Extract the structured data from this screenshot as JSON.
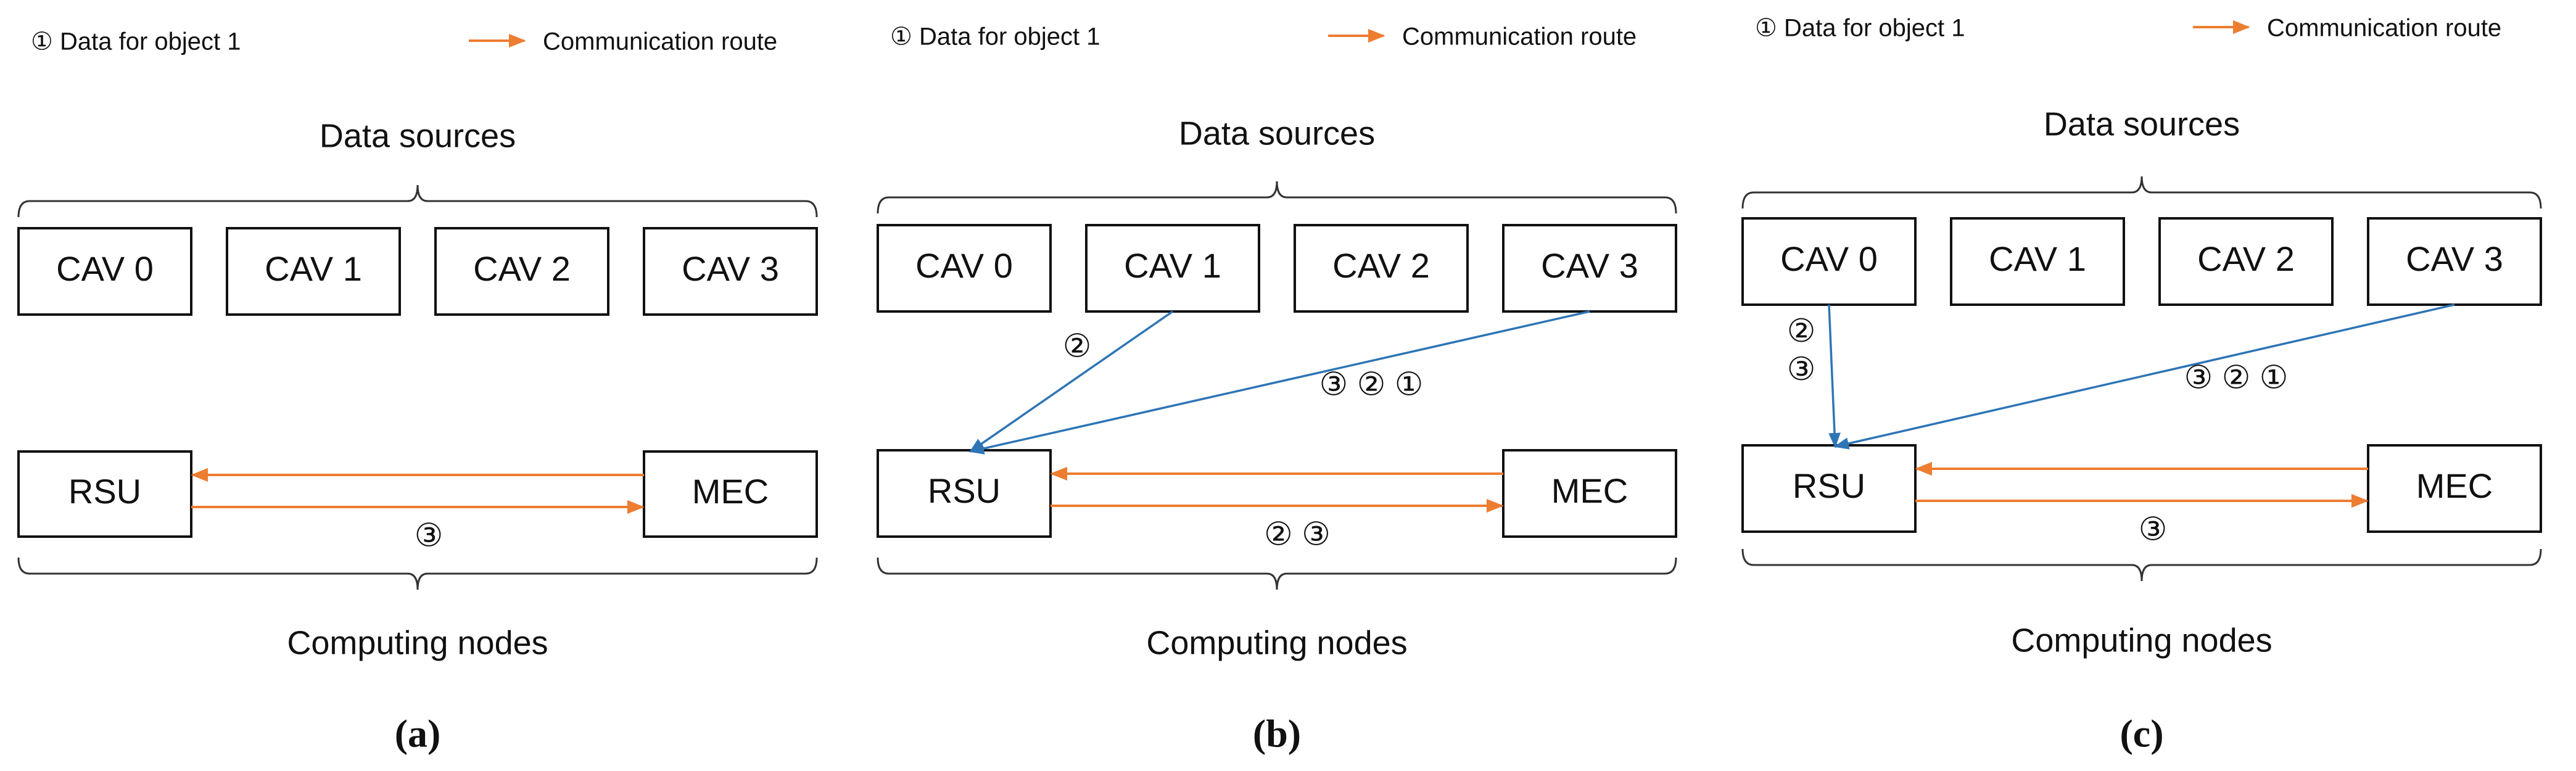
{
  "colors": {
    "orange": "#ED7D31",
    "blue": "#2E75B6",
    "ink": "#111111"
  },
  "panels": [
    {
      "id": "a",
      "caption": "(a)",
      "legend": {
        "data_text": "① Data for object 1",
        "route_text": "Communication route"
      },
      "data_sources_label": "Data sources",
      "computing_nodes_label": "Computing nodes",
      "cavs": [
        "CAV 0",
        "CAV 1",
        "CAV 2",
        "CAV 3"
      ],
      "rsu": "RSU",
      "mec": "MEC",
      "rsu_mec_label": "③",
      "cav_links": []
    },
    {
      "id": "b",
      "caption": "(b)",
      "legend": {
        "data_text": "① Data for object 1",
        "route_text": "Communication route"
      },
      "data_sources_label": "Data sources",
      "computing_nodes_label": "Computing nodes",
      "cavs": [
        "CAV 0",
        "CAV 1",
        "CAV 2",
        "CAV 3"
      ],
      "rsu": "RSU",
      "mec": "MEC",
      "rsu_mec_label": "② ③",
      "cav_links": [
        {
          "from": 1,
          "label": "②"
        },
        {
          "from": 3,
          "label": "③ ② ①"
        }
      ]
    },
    {
      "id": "c",
      "caption": "(c)",
      "legend": {
        "data_text": "① Data for object 1",
        "route_text": "Communication route"
      },
      "data_sources_label": "Data sources",
      "computing_nodes_label": "Computing nodes",
      "cavs": [
        "CAV 0",
        "CAV 1",
        "CAV 2",
        "CAV 3"
      ],
      "rsu": "RSU",
      "mec": "MEC",
      "rsu_mec_label": "③",
      "cav_links": [
        {
          "from": 0,
          "label": "② ③"
        },
        {
          "from": 3,
          "label": "③ ② ①"
        }
      ]
    }
  ]
}
